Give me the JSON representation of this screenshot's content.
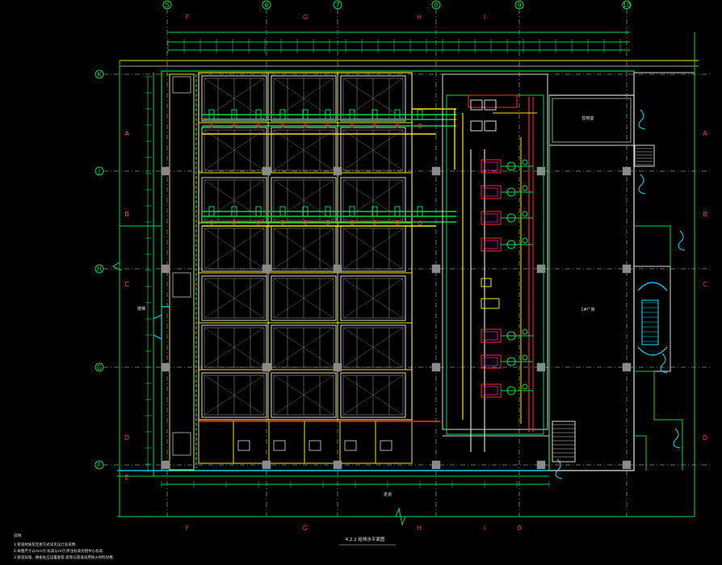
{
  "drawing": {
    "grid_top_labels": [
      "5",
      "F",
      "6",
      "G",
      "7",
      "H",
      "8",
      "I",
      "9",
      "10"
    ],
    "grid_bottom_labels": [
      "F",
      "G",
      "H",
      "I",
      "0"
    ],
    "grid_left_labels": [
      "K",
      "A",
      "J",
      "B",
      "H",
      "C",
      "G",
      "D",
      "F",
      "E"
    ],
    "grid_right_labels": [
      "A",
      "B",
      "C",
      "D"
    ],
    "room_labels": {
      "room_right_top": "控制室",
      "room_right_mid": "1#厂房",
      "room_bottom_left": "走道",
      "room_left": "楼梯"
    },
    "drawing_title": "4.2.2 给排水平面图",
    "notes_title": "说明:",
    "notes": [
      "1.管道材质及连接方式详见设计总说明.",
      "2.本图尺寸以mm计,标高以m计,所注标高为管中心标高.",
      "3.管道穿墙、楼板处应设置套管,套管与管道间用防火材料封堵."
    ]
  }
}
